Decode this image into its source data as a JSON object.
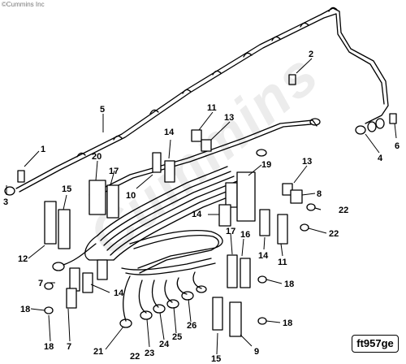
{
  "copyright": "©Cummins Inc",
  "watermark": "Cummins",
  "figure_id": "ft957ge",
  "callouts": [
    {
      "label": "1"
    },
    {
      "label": "2"
    },
    {
      "label": "3"
    },
    {
      "label": "4"
    },
    {
      "label": "5"
    },
    {
      "label": "6"
    },
    {
      "label": "7"
    },
    {
      "label": "7"
    },
    {
      "label": "8"
    },
    {
      "label": "9"
    },
    {
      "label": "10"
    },
    {
      "label": "11"
    },
    {
      "label": "11"
    },
    {
      "label": "12"
    },
    {
      "label": "13"
    },
    {
      "label": "13"
    },
    {
      "label": "14"
    },
    {
      "label": "14"
    },
    {
      "label": "14"
    },
    {
      "label": "14"
    },
    {
      "label": "15"
    },
    {
      "label": "15"
    },
    {
      "label": "16"
    },
    {
      "label": "17"
    },
    {
      "label": "17"
    },
    {
      "label": "18"
    },
    {
      "label": "18"
    },
    {
      "label": "18"
    },
    {
      "label": "18"
    },
    {
      "label": "19"
    },
    {
      "label": "20"
    },
    {
      "label": "21"
    },
    {
      "label": "22"
    },
    {
      "label": "22"
    },
    {
      "label": "22"
    },
    {
      "label": "23"
    },
    {
      "label": "24"
    },
    {
      "label": "25"
    },
    {
      "label": "26"
    }
  ]
}
